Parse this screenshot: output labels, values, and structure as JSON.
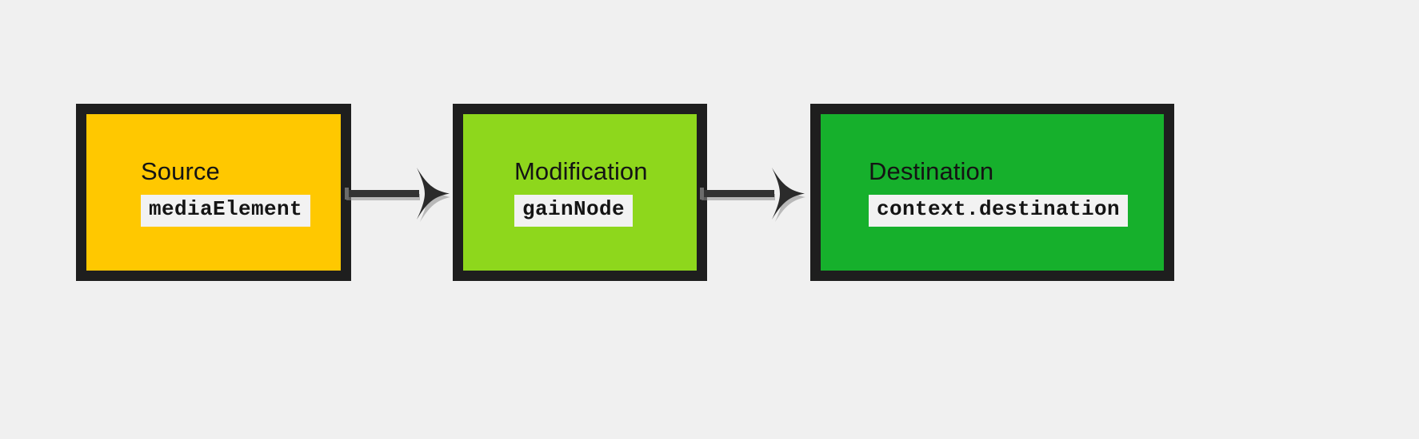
{
  "diagram": {
    "type": "flowchart",
    "direction": "left-to-right",
    "background_color": "#f0f0f0",
    "border_color": "#1e1e1e",
    "code_label_background": "#f2f2f2",
    "arrow_color": "#333333",
    "arrow_shadow_color": "#8c8c8c",
    "nodes": [
      {
        "id": "source",
        "title": "Source",
        "code": "mediaElement",
        "color": "#ffc800"
      },
      {
        "id": "modification",
        "title": "Modification",
        "code": "gainNode",
        "color": "#8ed71c"
      },
      {
        "id": "destination",
        "title": "Destination",
        "code": "context.destination",
        "color": "#16b02c"
      }
    ],
    "edges": [
      {
        "id": "source-to-modification",
        "from": "source",
        "to": "modification",
        "style": "solid-arrow"
      },
      {
        "id": "modification-to-destination",
        "from": "modification",
        "to": "destination",
        "style": "solid-arrow"
      }
    ]
  }
}
